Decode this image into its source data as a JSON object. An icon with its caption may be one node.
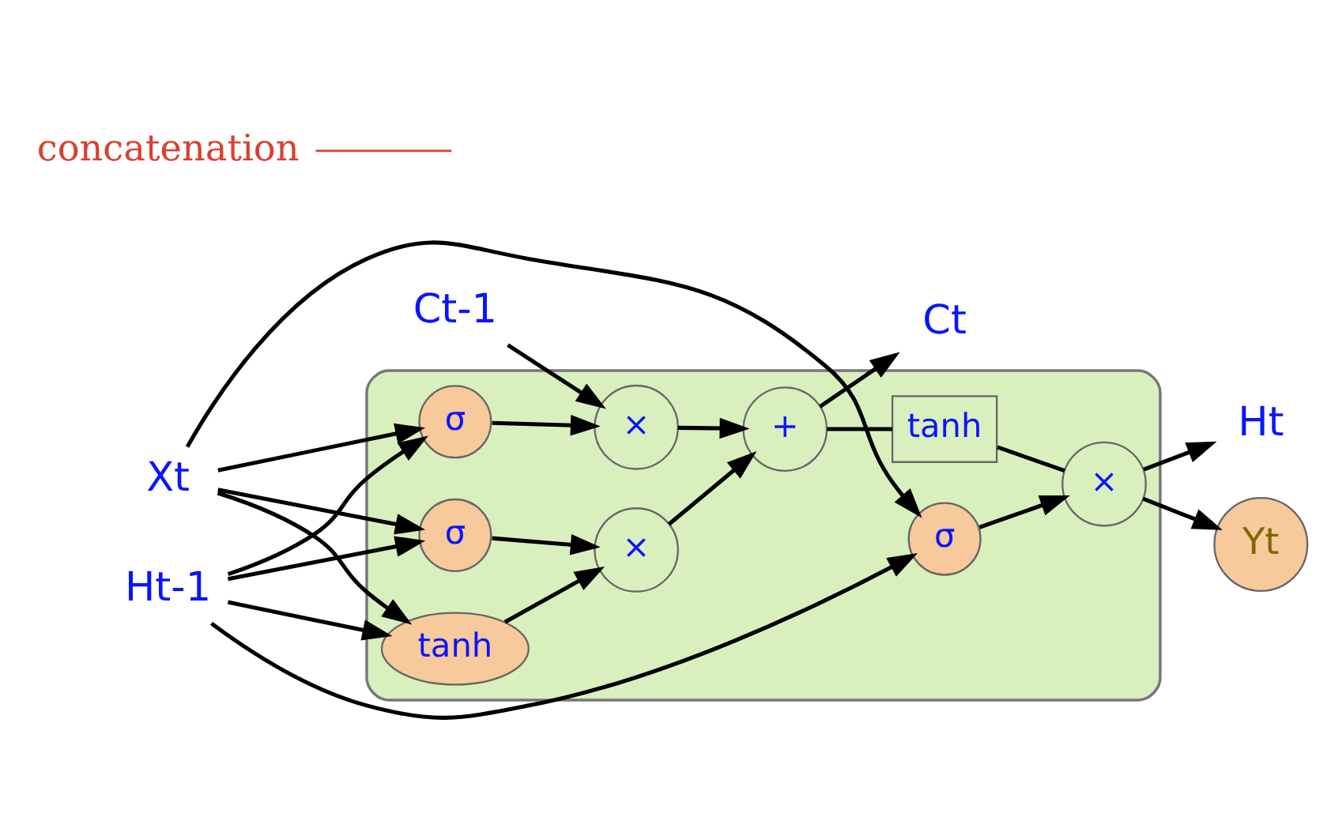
{
  "diagram": {
    "nodes": [
      {
        "text": [
          "Xt"
        ]
      },
      {
        "text": [
          "concatenation"
        ]
      },
      {
        "text": [],
        "shape": "box"
      },
      {
        "text": [
          "Ht-1"
        ]
      },
      {
        "text": [
          "σ"
        ],
        "in": 2
      },
      {
        "text": [
          "σ"
        ],
        "in": 2
      },
      {
        "text": [
          "tanh"
        ],
        "in": 2
      },
      {
        "text": [
          "σ"
        ],
        "in": 2
      },
      {
        "text": [
          "×"
        ],
        "in": 2
      },
      {
        "text": [
          "×"
        ],
        "in": 2
      },
      {
        "text": [
          "tanh"
        ],
        "in": 2
      },
      {
        "text": [
          "Ct-1"
        ]
      },
      {
        "text": [
          "×"
        ],
        "in": 2
      },
      {
        "text": [
          "+"
        ],
        "in": 2
      },
      {
        "text": [
          "Ht"
        ]
      },
      {
        "text": [
          "Ct"
        ]
      },
      {
        "text": [
          "Yt"
        ]
      }
    ],
    "edges": [
      {
        "from": 1,
        "to": null,
        "arrow": "none",
        "color": "#d9402f"
      },
      {
        "from": 0,
        "to": 4,
        "arrow": "to"
      },
      {
        "from": 0,
        "to": 5,
        "arrow": "to"
      },
      {
        "from": 0,
        "to": 6,
        "arrow": "to"
      },
      {
        "from": 0,
        "to": 7,
        "arrow": "to"
      },
      {
        "from": 3,
        "to": 4,
        "arrow": "to"
      },
      {
        "from": 3,
        "to": 5,
        "arrow": "to"
      },
      {
        "from": 3,
        "to": 6,
        "arrow": "to"
      },
      {
        "from": 3,
        "to": 7,
        "arrow": "to"
      },
      {
        "from": 4,
        "to": 12,
        "arrow": "to"
      },
      {
        "from": 5,
        "to": 8,
        "arrow": "to"
      },
      {
        "from": 6,
        "to": 8,
        "arrow": "to"
      },
      {
        "from": 7,
        "to": 9,
        "arrow": "to"
      },
      {
        "from": 11,
        "to": 12,
        "arrow": "to"
      },
      {
        "from": 12,
        "to": 13,
        "arrow": "to"
      },
      {
        "from": 8,
        "to": 13,
        "arrow": "to"
      },
      {
        "from": 13,
        "to": 15,
        "arrow": "to"
      },
      {
        "from": 13,
        "to": 10,
        "arrow": "none"
      },
      {
        "from": 10,
        "to": 9,
        "arrow": "none"
      },
      {
        "from": 9,
        "to": 14,
        "arrow": "to"
      },
      {
        "from": 9,
        "to": 16,
        "arrow": "to"
      }
    ]
  }
}
